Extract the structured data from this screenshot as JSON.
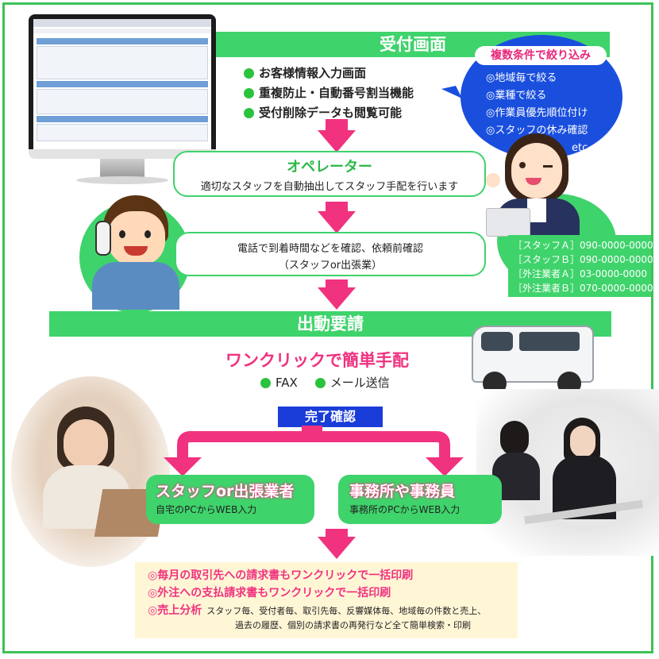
{
  "reception": {
    "title": "受付画面",
    "bullets": [
      "お客様情報入力画面",
      "重複防止・自動番号割当機能",
      "受付削除データも閲覧可能"
    ]
  },
  "filter_bubble": {
    "title": "複数条件で絞り込み",
    "items": [
      "◎地域毎で絞る",
      "◎業種で絞る",
      "◎作業員優先順位付け",
      "◎スタッフの休み確認"
    ],
    "etc": "etc"
  },
  "operator": {
    "title": "オペレーター",
    "text": "適切なスタッフを自動抽出してスタッフ手配を行います"
  },
  "phone_check": {
    "line1": "電話で到着時間などを確認、依頼前確認",
    "line2": "（スタッフor出張業）"
  },
  "staff_list": [
    "［スタッフＡ］090-0000-0000",
    "［スタッフＢ］090-0000-0000",
    "［外注業者Ａ］03-0000-0000",
    "［外注業者Ｂ］070-0000-0000"
  ],
  "dispatch": {
    "title": "出動要請",
    "subtitle": "ワンクリックで簡単手配",
    "options": [
      "FAX",
      "メール送信"
    ]
  },
  "completion": {
    "label": "完了確認"
  },
  "staff_input": {
    "title": "スタッフor出張業者",
    "text": "自宅のPCからWEB入力"
  },
  "office_input": {
    "title": "事務所や事務員",
    "text": "事務所のPCからWEB入力"
  },
  "summary": {
    "lines": [
      "◎毎月の取引先への請求書もワンクリックで一括印刷",
      "◎外注への支払請求書もワンクリックで一括印刷"
    ],
    "sales_title": "◎売上分析",
    "sales_text1": "スタッフ毎、受付者毎、取引先毎、反響媒体毎、地域毎の件数と売上、",
    "sales_text2": "過去の履歴、個別の請求書の再発行など全て簡単検索・印刷"
  },
  "colors": {
    "green": "#3fd36b",
    "pink": "#f0327f",
    "blue": "#1a5fe0",
    "navy": "#1a3cd8"
  }
}
